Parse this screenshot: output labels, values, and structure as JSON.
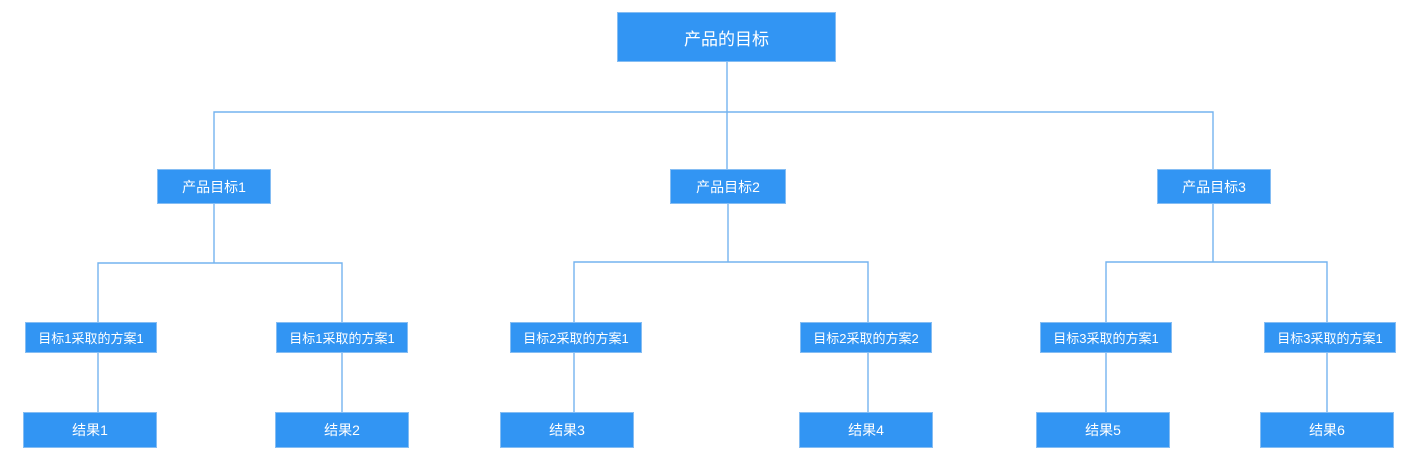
{
  "diagram_type": "tree-flowchart",
  "colors": {
    "node_fill": "#3295F3",
    "node_border": "#85BDF3",
    "connector": "#74B3EF",
    "node_text": "#FFFFFF",
    "background": "#FFFFFF"
  },
  "tree": {
    "label": "产品的目标",
    "children": [
      {
        "label": "产品目标1",
        "children": [
          {
            "label": "目标1采取的方案1",
            "children": [
              {
                "label": "结果1"
              }
            ]
          },
          {
            "label": "目标1采取的方案1",
            "children": [
              {
                "label": "结果2"
              }
            ]
          }
        ]
      },
      {
        "label": "产品目标2",
        "children": [
          {
            "label": "目标2采取的方案1",
            "children": [
              {
                "label": "结果3"
              }
            ]
          },
          {
            "label": "目标2采取的方案2",
            "children": [
              {
                "label": "结果4"
              }
            ]
          }
        ]
      },
      {
        "label": "产品目标3",
        "children": [
          {
            "label": "目标3采取的方案1",
            "children": [
              {
                "label": "结果5"
              }
            ]
          },
          {
            "label": "目标3采取的方案1",
            "children": [
              {
                "label": "结果6"
              }
            ]
          }
        ]
      }
    ]
  }
}
